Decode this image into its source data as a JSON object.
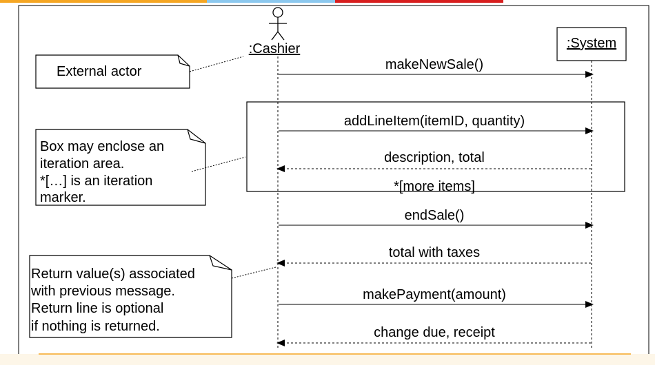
{
  "deco_colors": {
    "orange": "#f5a623",
    "blue": "#8cc8ee",
    "red": "#d81e1e",
    "bottom_band": "#fdf6e8",
    "bottom_line": "#f5a623"
  },
  "participants": {
    "actor": {
      "label": ":Cashier",
      "icon": "stick-figure-icon"
    },
    "system": {
      "label": ":System"
    }
  },
  "messages": [
    {
      "label": "makeNewSale()",
      "kind": "call"
    },
    {
      "label": "addLineItem(itemID, quantity)",
      "kind": "call"
    },
    {
      "label": "description, total",
      "kind": "return"
    },
    {
      "label": "endSale()",
      "kind": "call"
    },
    {
      "label": "total with taxes",
      "kind": "return"
    },
    {
      "label": "makePayment(amount)",
      "kind": "call"
    },
    {
      "label": "change due, receipt",
      "kind": "return"
    }
  ],
  "loop_frame": {
    "guard": "*[more items]"
  },
  "notes": [
    {
      "lines": [
        "External actor"
      ]
    },
    {
      "lines": [
        "Box may enclose an",
        "iteration area.",
        "*[…] is an iteration",
        "marker."
      ]
    },
    {
      "lines": [
        "Return value(s) associated",
        "with previous message.",
        "Return line is optional",
        "if nothing is returned."
      ]
    }
  ]
}
